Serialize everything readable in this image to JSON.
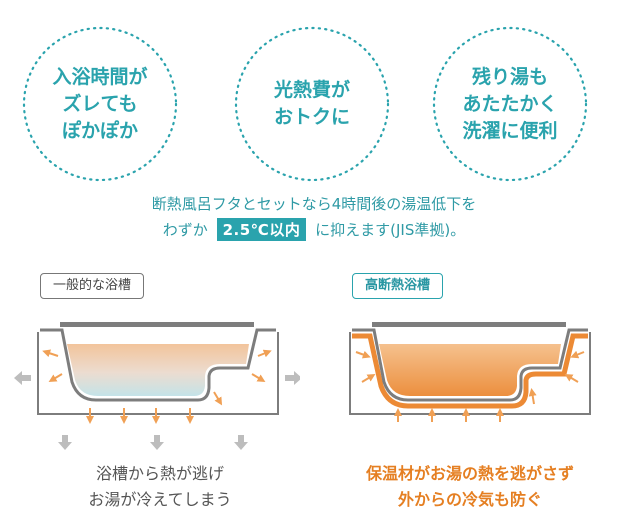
{
  "badges": [
    {
      "lines": [
        "入浴時間が",
        "ズレても",
        "ぽかぽか"
      ]
    },
    {
      "lines": [
        "光熱費が",
        "おトクに"
      ]
    },
    {
      "lines": [
        "残り湯も",
        "あたたかく",
        "洗濯に便利"
      ]
    }
  ],
  "description": {
    "line1": "断熱風呂フタとセットなら4時間後の湯温低下を",
    "line2_before": "わずか",
    "highlight": "2.5℃以内",
    "line2_after": "に抑えます(JIS準拠)。"
  },
  "general_tub": {
    "label": "一般的な浴槽",
    "caption_line1": "浴槽から熱が逃げ",
    "caption_line2": "お湯が冷えてしまう"
  },
  "insulated_tub": {
    "label": "高断熱浴槽",
    "caption_line1": "保温材がお湯の熱を逃がさず",
    "caption_line2": "外からの冷気も防ぐ"
  },
  "colors": {
    "accent_teal": "#2aa3ad",
    "accent_orange": "#e57f22",
    "arrow_gray": "#b8b8b8",
    "tub_gray": "#7d7d7d"
  }
}
